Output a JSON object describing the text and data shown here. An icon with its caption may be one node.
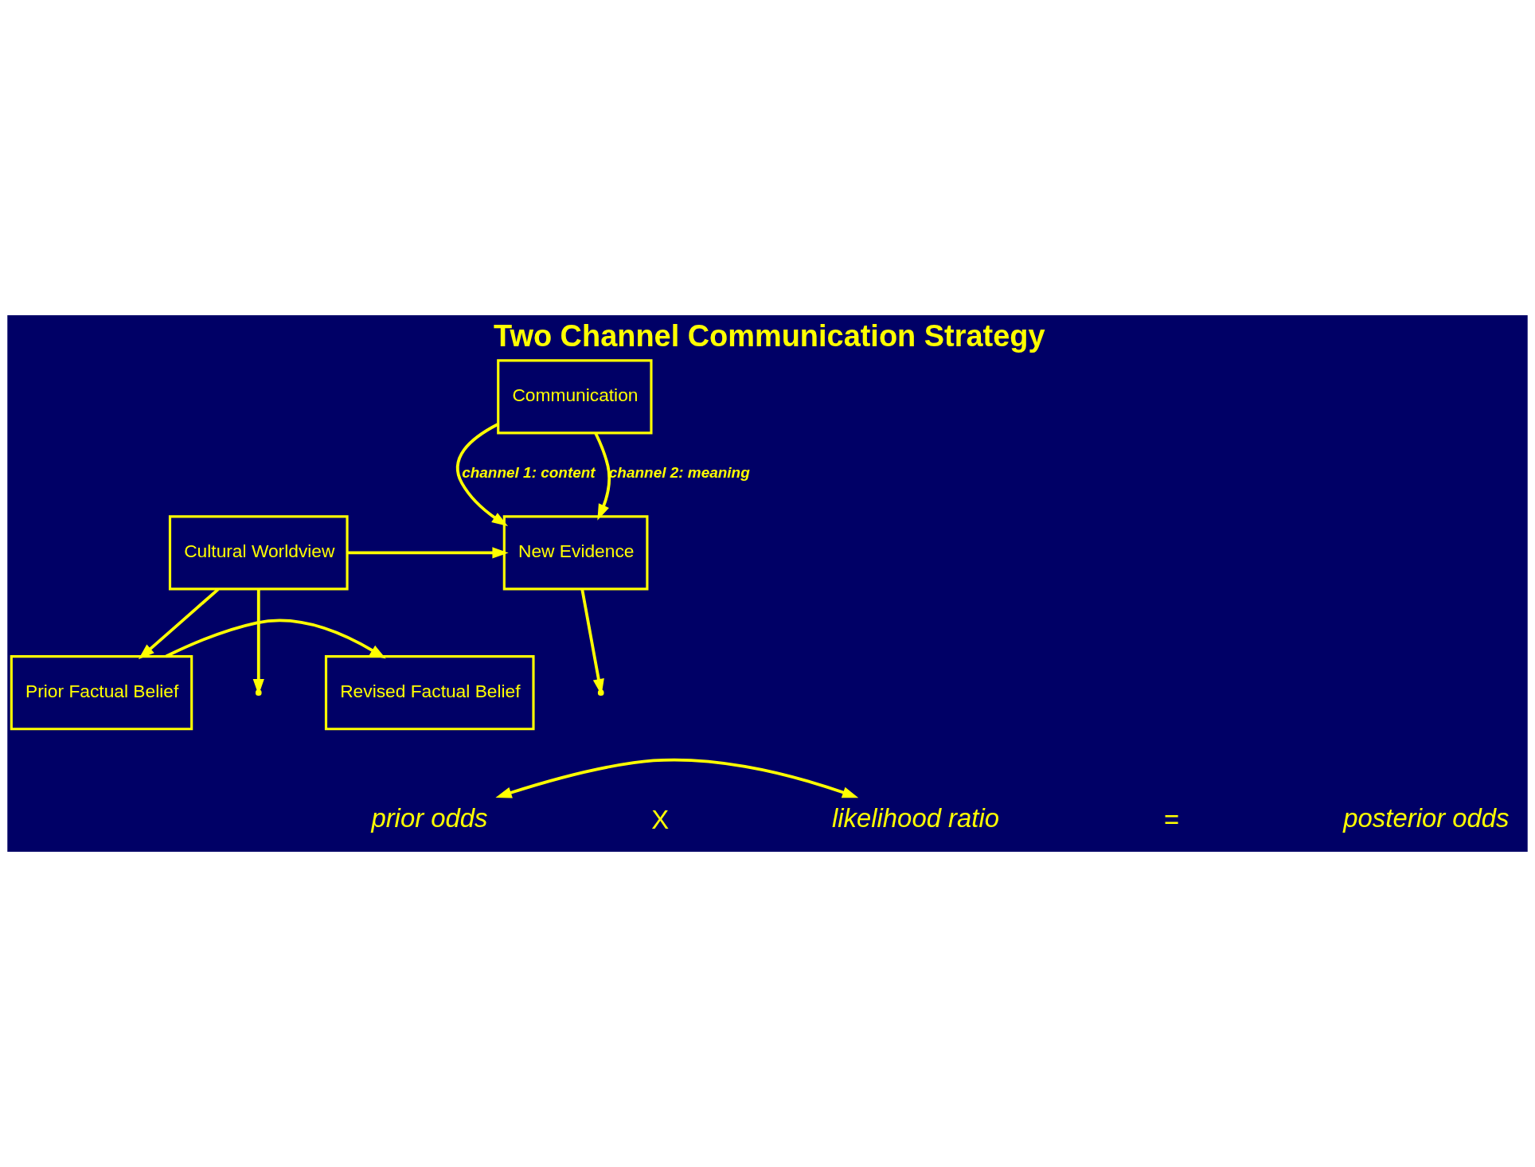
{
  "diagram": {
    "title": "Two Channel Communication Strategy",
    "nodes": [
      {
        "text": [
          "Communication"
        ]
      },
      {
        "text": [
          "Cultural Worldview"
        ]
      },
      {
        "text": [
          "New Evidence"
        ]
      },
      {
        "text": [
          "Prior Factual Belief"
        ]
      },
      {
        "text": [
          "Revised Factual Belief"
        ]
      },
      {
        "text": [
          "prior odds"
        ]
      },
      {
        "text": [
          "likelihood ratio"
        ]
      },
      {
        "text": [
          "posterior odds"
        ]
      }
    ],
    "edges": [
      {
        "from": 0,
        "to": 2,
        "arrow": "to",
        "label": "channel 1: content"
      },
      {
        "from": 0,
        "to": 2,
        "arrow": "to",
        "label": "channel 2: meaning"
      },
      {
        "from": 1,
        "to": 2,
        "arrow": "to"
      },
      {
        "from": 1,
        "to": null,
        "arrow": "to"
      },
      {
        "from": 1,
        "to": 3,
        "arrow": "to"
      },
      {
        "from": 2,
        "to": null,
        "arrow": "to"
      },
      {
        "from": 3,
        "to": 4,
        "arrow": "to"
      },
      {
        "from": 5,
        "to": 6,
        "arrow": "both"
      }
    ],
    "labels": [
      "X",
      "="
    ]
  }
}
